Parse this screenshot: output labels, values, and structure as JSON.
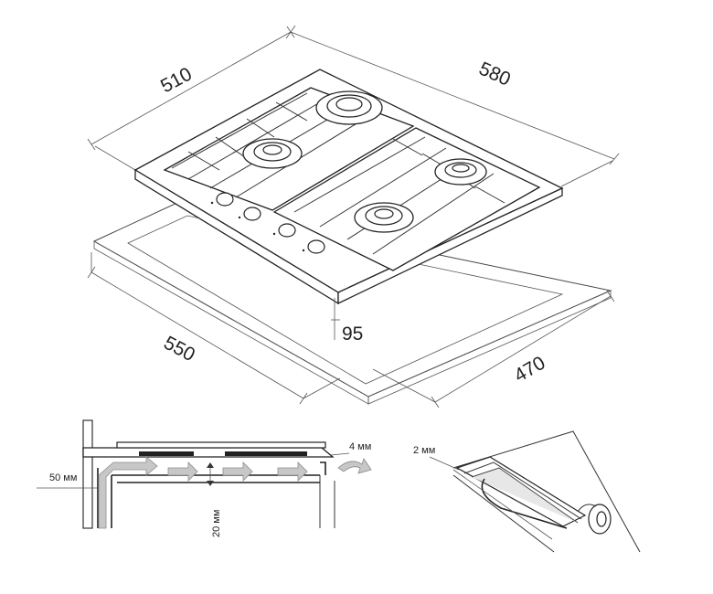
{
  "top_view": {
    "hob_width": "510",
    "hob_depth": "580",
    "cutout_width": "550",
    "cutout_depth": "470",
    "hob_height": "95"
  },
  "side_view": {
    "gap_label": "50 мм",
    "clearance_label": "20 мм",
    "edge_label": "4 мм"
  },
  "seal_view": {
    "seal_label": "2 мм"
  }
}
